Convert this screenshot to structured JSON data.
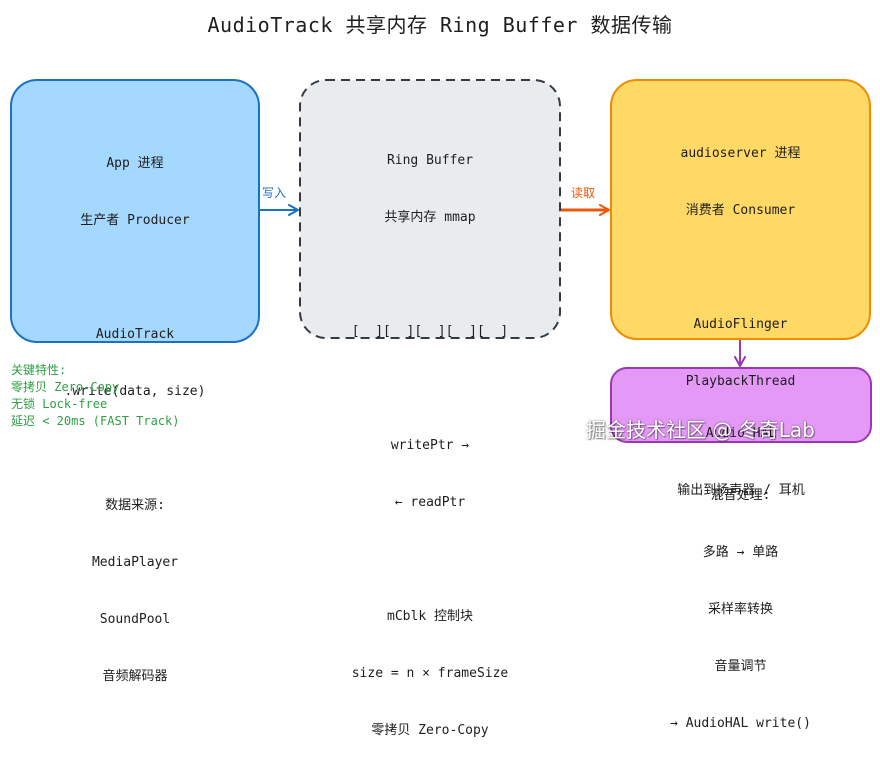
{
  "title": "AudioTrack 共享内存 Ring Buffer 数据传输",
  "colors": {
    "app_fill": "#a5d8ff",
    "app_stroke": "#1971c2",
    "ring_fill": "#e9ecef",
    "ring_stroke": "#343a40",
    "server_fill": "#ffd966",
    "server_stroke": "#f08c00",
    "hal_fill": "#e599f7",
    "hal_stroke": "#9c36b5",
    "write_arrow": "#1971c2",
    "read_arrow": "#e8590c",
    "notes_text": "#2f9e44"
  },
  "app_box": {
    "lines": [
      "App 进程",
      "生产者 Producer",
      "",
      "AudioTrack",
      ".write(data, size)",
      "",
      "数据来源:",
      "MediaPlayer",
      "SoundPool",
      "音频解码器"
    ]
  },
  "ring_box": {
    "lines": [
      "Ring Buffer",
      "共享内存 mmap",
      "",
      "[  ][  ][  ][  ][  ]",
      "",
      "writePtr →",
      "← readPtr",
      "",
      "mCblk 控制块",
      "size = n × frameSize",
      "零拷贝 Zero-Copy"
    ]
  },
  "server_box": {
    "lines": [
      "audioserver 进程",
      "消费者 Consumer",
      "",
      "AudioFlinger",
      "PlaybackThread",
      "",
      "混音处理:",
      "多路 → 单路",
      "采样率转换",
      "音量调节",
      "→ AudioHAL write()"
    ]
  },
  "hal_box": {
    "lines": [
      "Audio HAL",
      "输出到扬声器 / 耳机"
    ]
  },
  "edges": {
    "write_label": "写入",
    "read_label": "读取"
  },
  "notes": {
    "lines": [
      "关键特性:",
      "零拷贝 Zero-Copy",
      "无锁 Lock-free",
      "延迟 < 20ms (FAST Track)"
    ]
  },
  "watermark": "掘金技术社区 @ 冬奇Lab"
}
